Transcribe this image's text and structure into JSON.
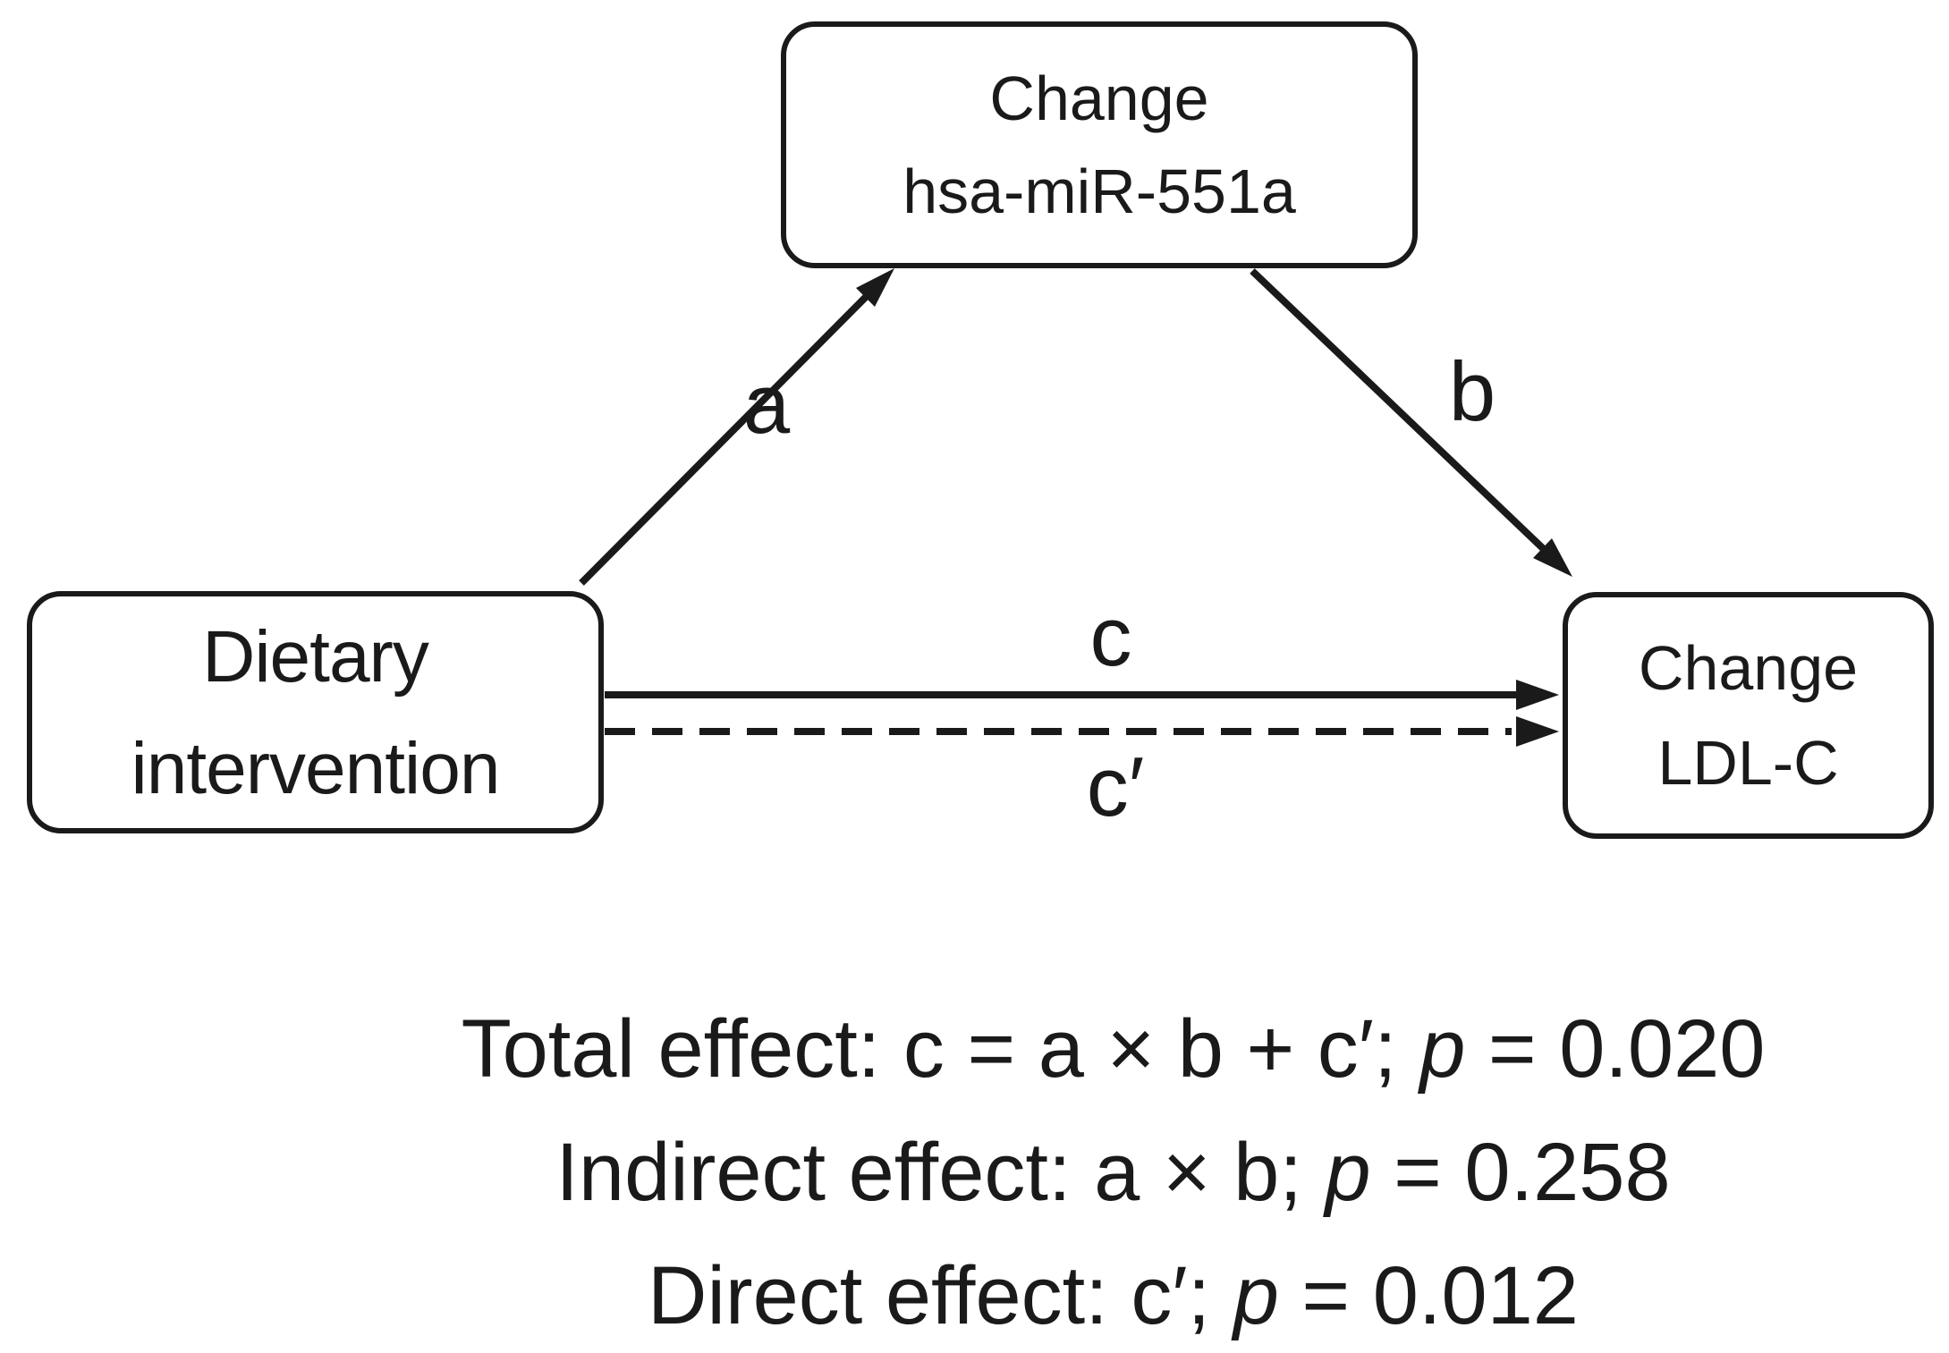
{
  "figure": {
    "nodes": {
      "mediator": {
        "lines": [
          "Change",
          "hsa-miR-551a"
        ]
      },
      "predictor": {
        "lines": [
          "Dietary",
          "intervention"
        ]
      },
      "outcome": {
        "lines": [
          "Change",
          "LDL-C"
        ]
      }
    },
    "paths": {
      "a": "a",
      "b": "b",
      "c": "c",
      "c_prime": "c′"
    },
    "equations": [
      {
        "prefix": "Total effect: c = a × b + c′; ",
        "p_symbol": "p",
        "suffix": " = 0.020"
      },
      {
        "prefix": "Indirect effect: a × b; ",
        "p_symbol": "p",
        "suffix": " = 0.258"
      },
      {
        "prefix": "Direct effect: c′; ",
        "p_symbol": "p",
        "suffix": " = 0.012"
      }
    ]
  },
  "colors": {
    "ink": "#1a1a1a",
    "background": "#ffffff"
  }
}
